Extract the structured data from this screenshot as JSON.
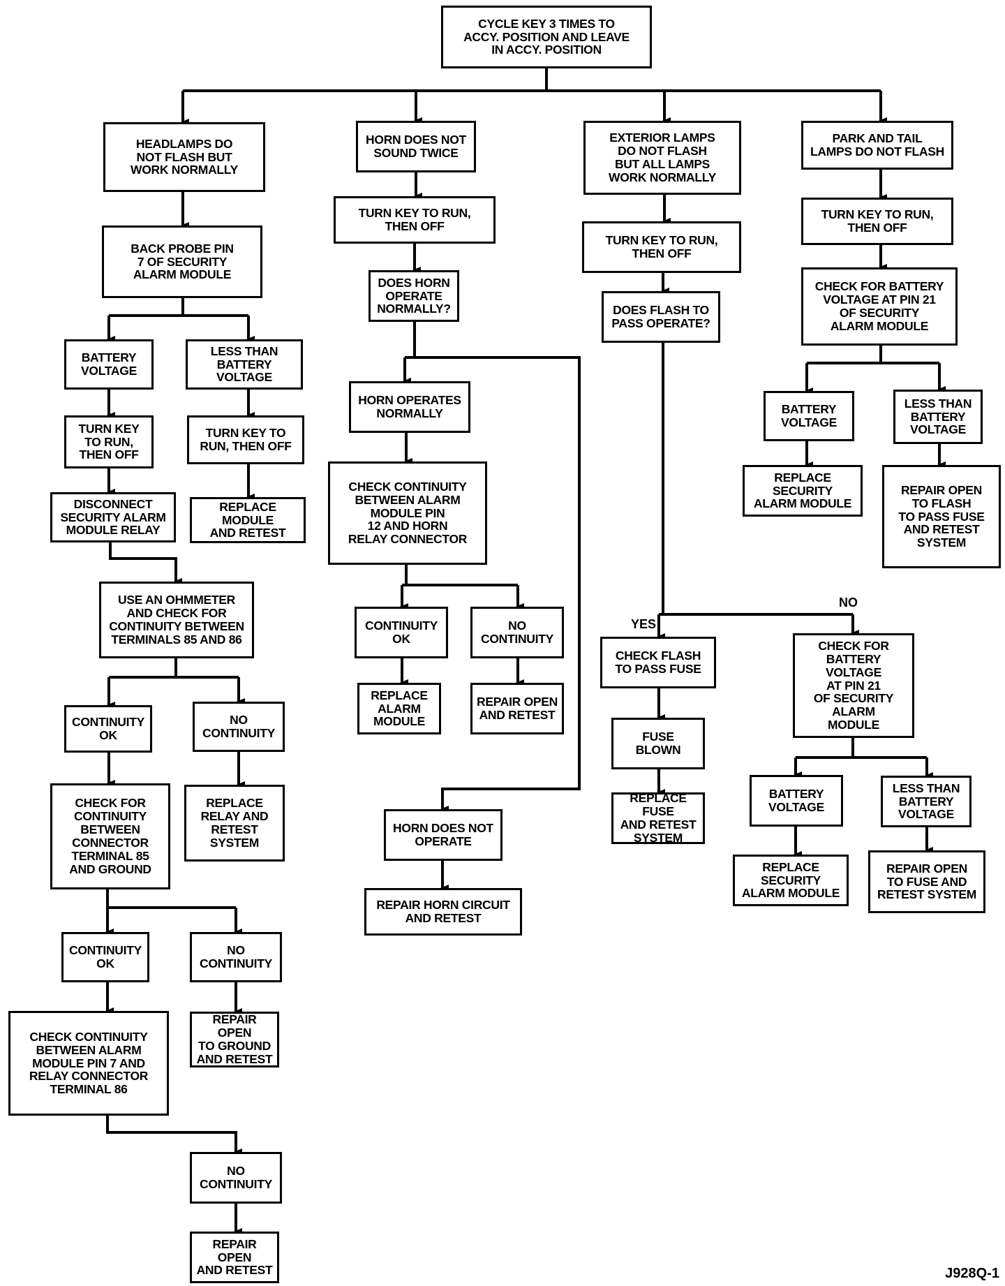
{
  "figure_id": "J928Q-1",
  "nodes": {
    "start": "CYCLE KEY 3 TIMES TO\nACCY. POSITION AND LEAVE\nIN ACCY. POSITION",
    "c1_head": "HEADLAMPS DO\nNOT FLASH BUT\nWORK NORMALLY",
    "c1_backprobe": "BACK PROBE PIN\n7 OF SECURITY\nALARM MODULE",
    "c1_batt": "BATTERY\nVOLTAGE",
    "c1_less": "LESS THAN\nBATTERY VOLTAGE",
    "c1_turnkey_a": "TURN KEY\nTO RUN,\nTHEN OFF",
    "c1_turnkey_b": "TURN KEY TO\nRUN, THEN OFF",
    "c1_disconnect": "DISCONNECT\nSECURITY ALARM\nMODULE RELAY",
    "c1_replace_module": "REPLACE MODULE\nAND RETEST",
    "c1_ohmmeter": "USE AN OHMMETER\nAND CHECK FOR\nCONTINUITY BETWEEN\nTERMINALS 85 AND 86",
    "c1_cont_ok_1": "CONTINUITY\nOK",
    "c1_no_cont_1": "NO\nCONTINUITY",
    "c1_check_85": "CHECK FOR\nCONTINUITY\nBETWEEN\nCONNECTOR\nTERMINAL 85\nAND GROUND",
    "c1_replace_relay": "REPLACE\nRELAY AND\nRETEST\nSYSTEM",
    "c1_cont_ok_2": "CONTINUITY\nOK",
    "c1_no_cont_2": "NO\nCONTINUITY",
    "c1_check_pin7": "CHECK CONTINUITY\nBETWEEN ALARM\nMODULE PIN 7 AND\nRELAY CONNECTOR\nTERMINAL 86",
    "c1_repair_ground": "REPAIR OPEN\nTO GROUND\nAND RETEST",
    "c1_no_cont_3": "NO\nCONTINUITY",
    "c1_repair_open": "REPAIR OPEN\nAND RETEST",
    "c2_horn": "HORN DOES NOT\nSOUND TWICE",
    "c2_turnkey": "TURN KEY TO RUN,\nTHEN OFF",
    "c2_does_horn": "DOES HORN\nOPERATE\nNORMALLY?",
    "c2_horn_ops": "HORN OPERATES\nNORMALLY",
    "c2_check_cont": "CHECK CONTINUITY\nBETWEEN ALARM\nMODULE PIN\n12 AND HORN\nRELAY CONNECTOR",
    "c2_cont_ok": "CONTINUITY\nOK",
    "c2_no_cont": "NO\nCONTINUITY",
    "c2_replace_alarm": "REPLACE\nALARM\nMODULE",
    "c2_repair_open": "REPAIR OPEN\nAND RETEST",
    "c2_horn_not": "HORN DOES NOT\nOPERATE",
    "c2_repair_horn": "REPAIR HORN CIRCUIT\nAND RETEST",
    "c3_ext": "EXTERIOR LAMPS\nDO NOT FLASH\nBUT ALL LAMPS\nWORK NORMALLY",
    "c3_turnkey": "TURN KEY TO RUN,\nTHEN OFF",
    "c3_does_flash": "DOES FLASH TO\nPASS OPERATE?",
    "c3_check_flash": "CHECK FLASH\nTO PASS FUSE",
    "c3_fuse_blown": "FUSE\nBLOWN",
    "c3_replace_fuse": "REPLACE FUSE\nAND RETEST\nSYSTEM",
    "c3_check_batt": "CHECK FOR\nBATTERY VOLTAGE\nAT PIN 21\nOF SECURITY\nALARM\nMODULE",
    "c3_batt": "BATTERY\nVOLTAGE",
    "c3_less": "LESS THAN\nBATTERY\nVOLTAGE",
    "c3_replace_sec": "REPLACE SECURITY\nALARM MODULE",
    "c3_repair_fuse": "REPAIR OPEN\nTO FUSE AND\nRETEST SYSTEM",
    "c4_park": "PARK AND TAIL\nLAMPS DO NOT FLASH",
    "c4_turnkey": "TURN KEY TO RUN,\nTHEN OFF",
    "c4_check_batt": "CHECK FOR BATTERY\nVOLTAGE AT PIN 21\nOF SECURITY\nALARM MODULE",
    "c4_batt": "BATTERY\nVOLTAGE",
    "c4_less": "LESS THAN\nBATTERY\nVOLTAGE",
    "c4_replace_sec": "REPLACE SECURITY\nALARM MODULE",
    "c4_repair_flash": "REPAIR OPEN\nTO FLASH\nTO PASS FUSE\nAND RETEST\nSYSTEM"
  },
  "edge_labels": {
    "yes": "YES",
    "no": "NO"
  }
}
